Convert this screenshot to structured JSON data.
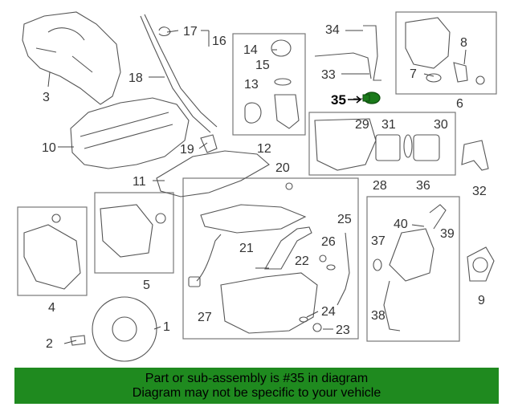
{
  "diagram": {
    "highlight_part": "35",
    "highlight_color": "#1a7a1a",
    "callouts": [
      "1",
      "2",
      "3",
      "4",
      "5",
      "6",
      "7",
      "8",
      "9",
      "10",
      "11",
      "12",
      "13",
      "14",
      "15",
      "16",
      "17",
      "18",
      "19",
      "20",
      "21",
      "22",
      "23",
      "24",
      "25",
      "26",
      "27",
      "28",
      "29",
      "30",
      "31",
      "32",
      "33",
      "34",
      "35",
      "36",
      "37",
      "38",
      "39",
      "40"
    ]
  },
  "banner": {
    "line1": "Part or sub-assembly is #35 in diagram",
    "line2": "Diagram may not be specific to your vehicle",
    "background": "#1f8a1f"
  }
}
